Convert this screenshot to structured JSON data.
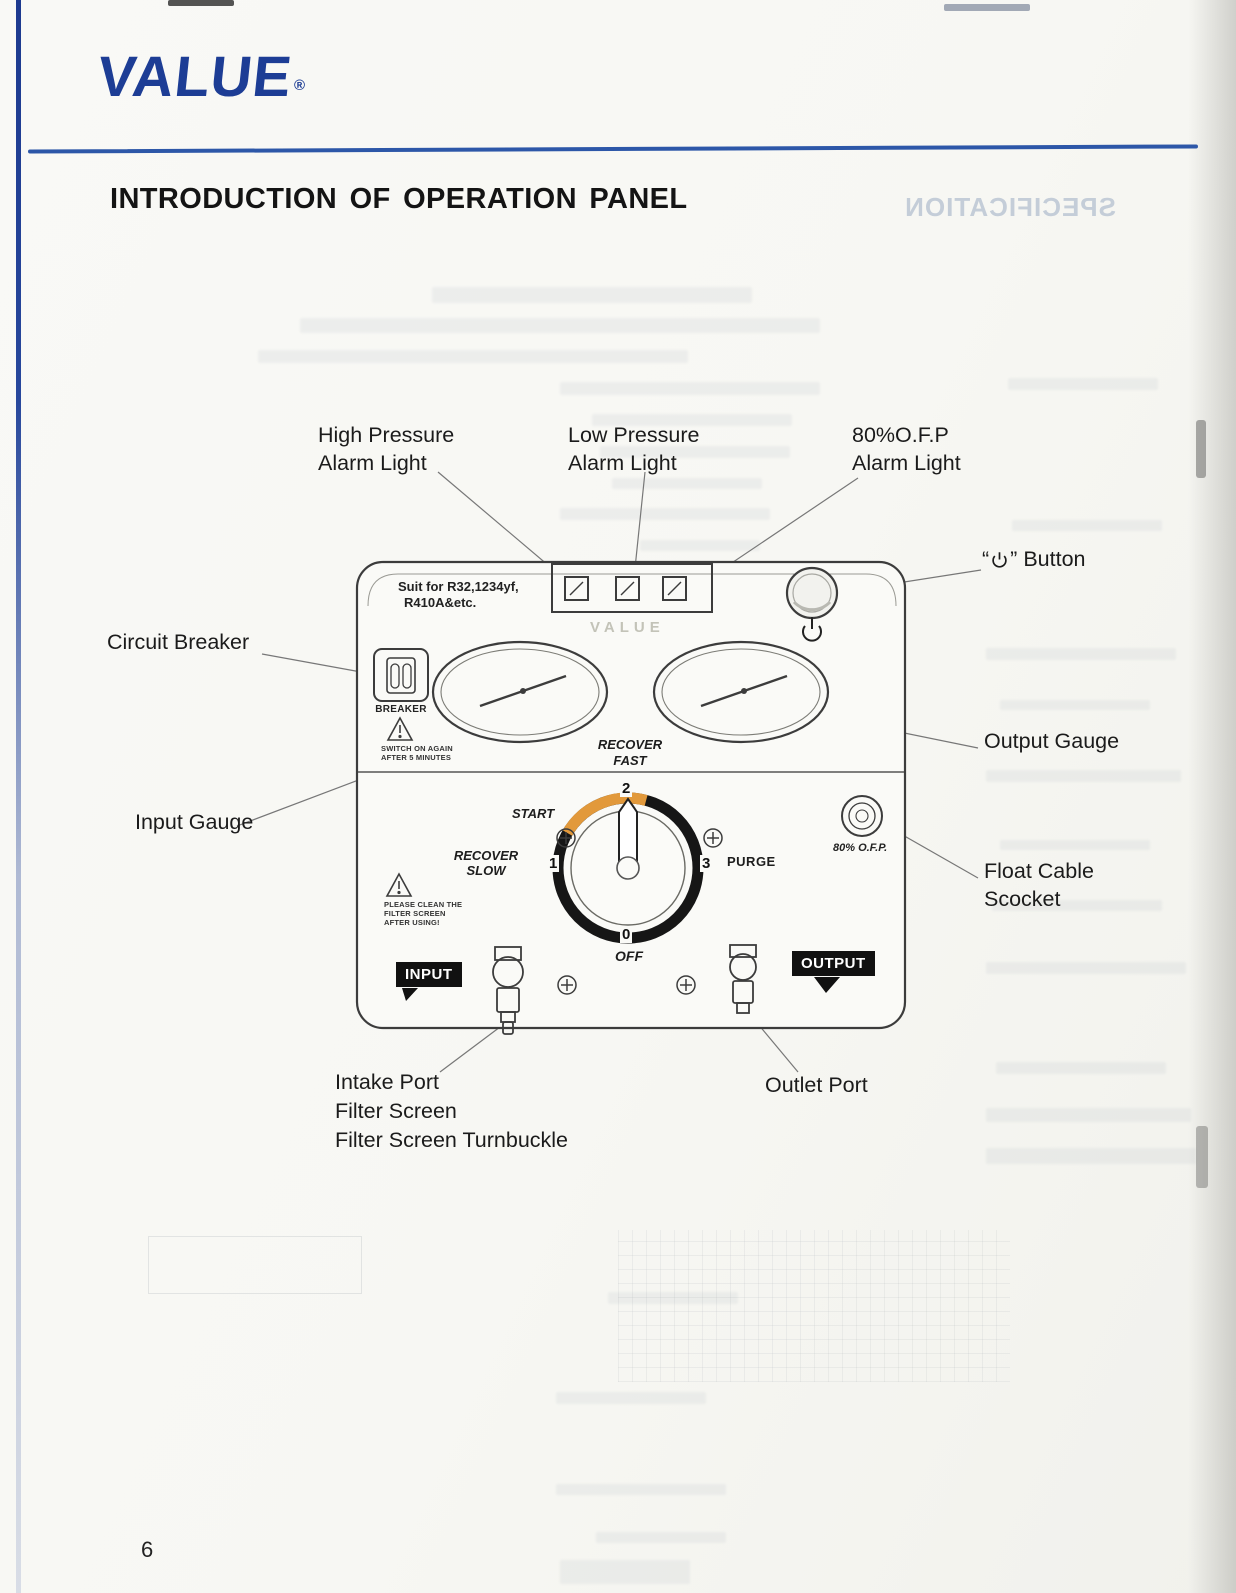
{
  "page": {
    "brand": "VALUE",
    "reg": "®",
    "title": "INTRODUCTION OF OPERATION PANEL",
    "ghost_title": "SPECIFICATION",
    "page_number": "6"
  },
  "colors": {
    "brand_navy": "#1d3d95",
    "rule_blue": "#2d57a8",
    "knob_orange": "#e2993b",
    "tag_black": "#111111"
  },
  "icons": {
    "power": "power-symbol",
    "warning": "triangle-exclamation",
    "screw": "circle-cross"
  },
  "callouts": {
    "high_pressure_1": "High Pressure",
    "high_pressure_2": "Alarm Light",
    "low_pressure_1": "Low Pressure",
    "low_pressure_2": "Alarm Light",
    "ofp_1": "80%O.F.P",
    "ofp_2": "Alarm Light",
    "power_open": "“",
    "power_close": "”",
    "power_text": "Button",
    "circuit_breaker": "Circuit Breaker",
    "output_gauge": "Output Gauge",
    "input_gauge": "Input Gauge",
    "float_cable_1": "Float Cable",
    "float_cable_2": "Scocket",
    "intake_1": "Intake Port",
    "intake_2": "Filter Screen",
    "intake_3": "Filter Screen Turnbuckle",
    "outlet": "Outlet Port"
  },
  "panel": {
    "suit_1": "Suit for R32,1234yf,",
    "suit_2": "R410A&etc.",
    "brand_ghost": "VALUE",
    "breaker": "BREAKER",
    "switch_warn_1": "SWITCH ON AGAIN",
    "switch_warn_2": "AFTER 5 MINUTES",
    "recover": "RECOVER",
    "fast": "FAST",
    "start": "START",
    "slow": "SLOW",
    "purge": "PURGE",
    "off": "OFF",
    "pos_0": "0",
    "pos_1": "1",
    "pos_2": "2",
    "pos_3": "3",
    "clean_warn_1": "PLEASE CLEAN THE",
    "clean_warn_2": "FILTER SCREEN",
    "clean_warn_3": "AFTER USING!",
    "input": "INPUT",
    "output": "OUTPUT",
    "ofp_socket": "80% O.F.P."
  }
}
